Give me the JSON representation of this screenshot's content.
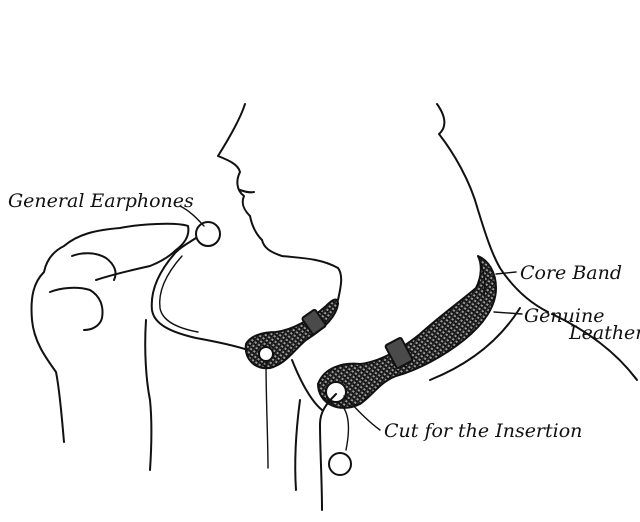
{
  "labels": {
    "general_earphones": "General Earphones",
    "core_band": "Core Band",
    "genuine": "Genuine",
    "leather": "Leather",
    "cut_for_insertion": "Cut for the Insertion"
  },
  "colors": {
    "line": "#111111",
    "leather_fill": "#777777",
    "background": "#ffffff"
  }
}
